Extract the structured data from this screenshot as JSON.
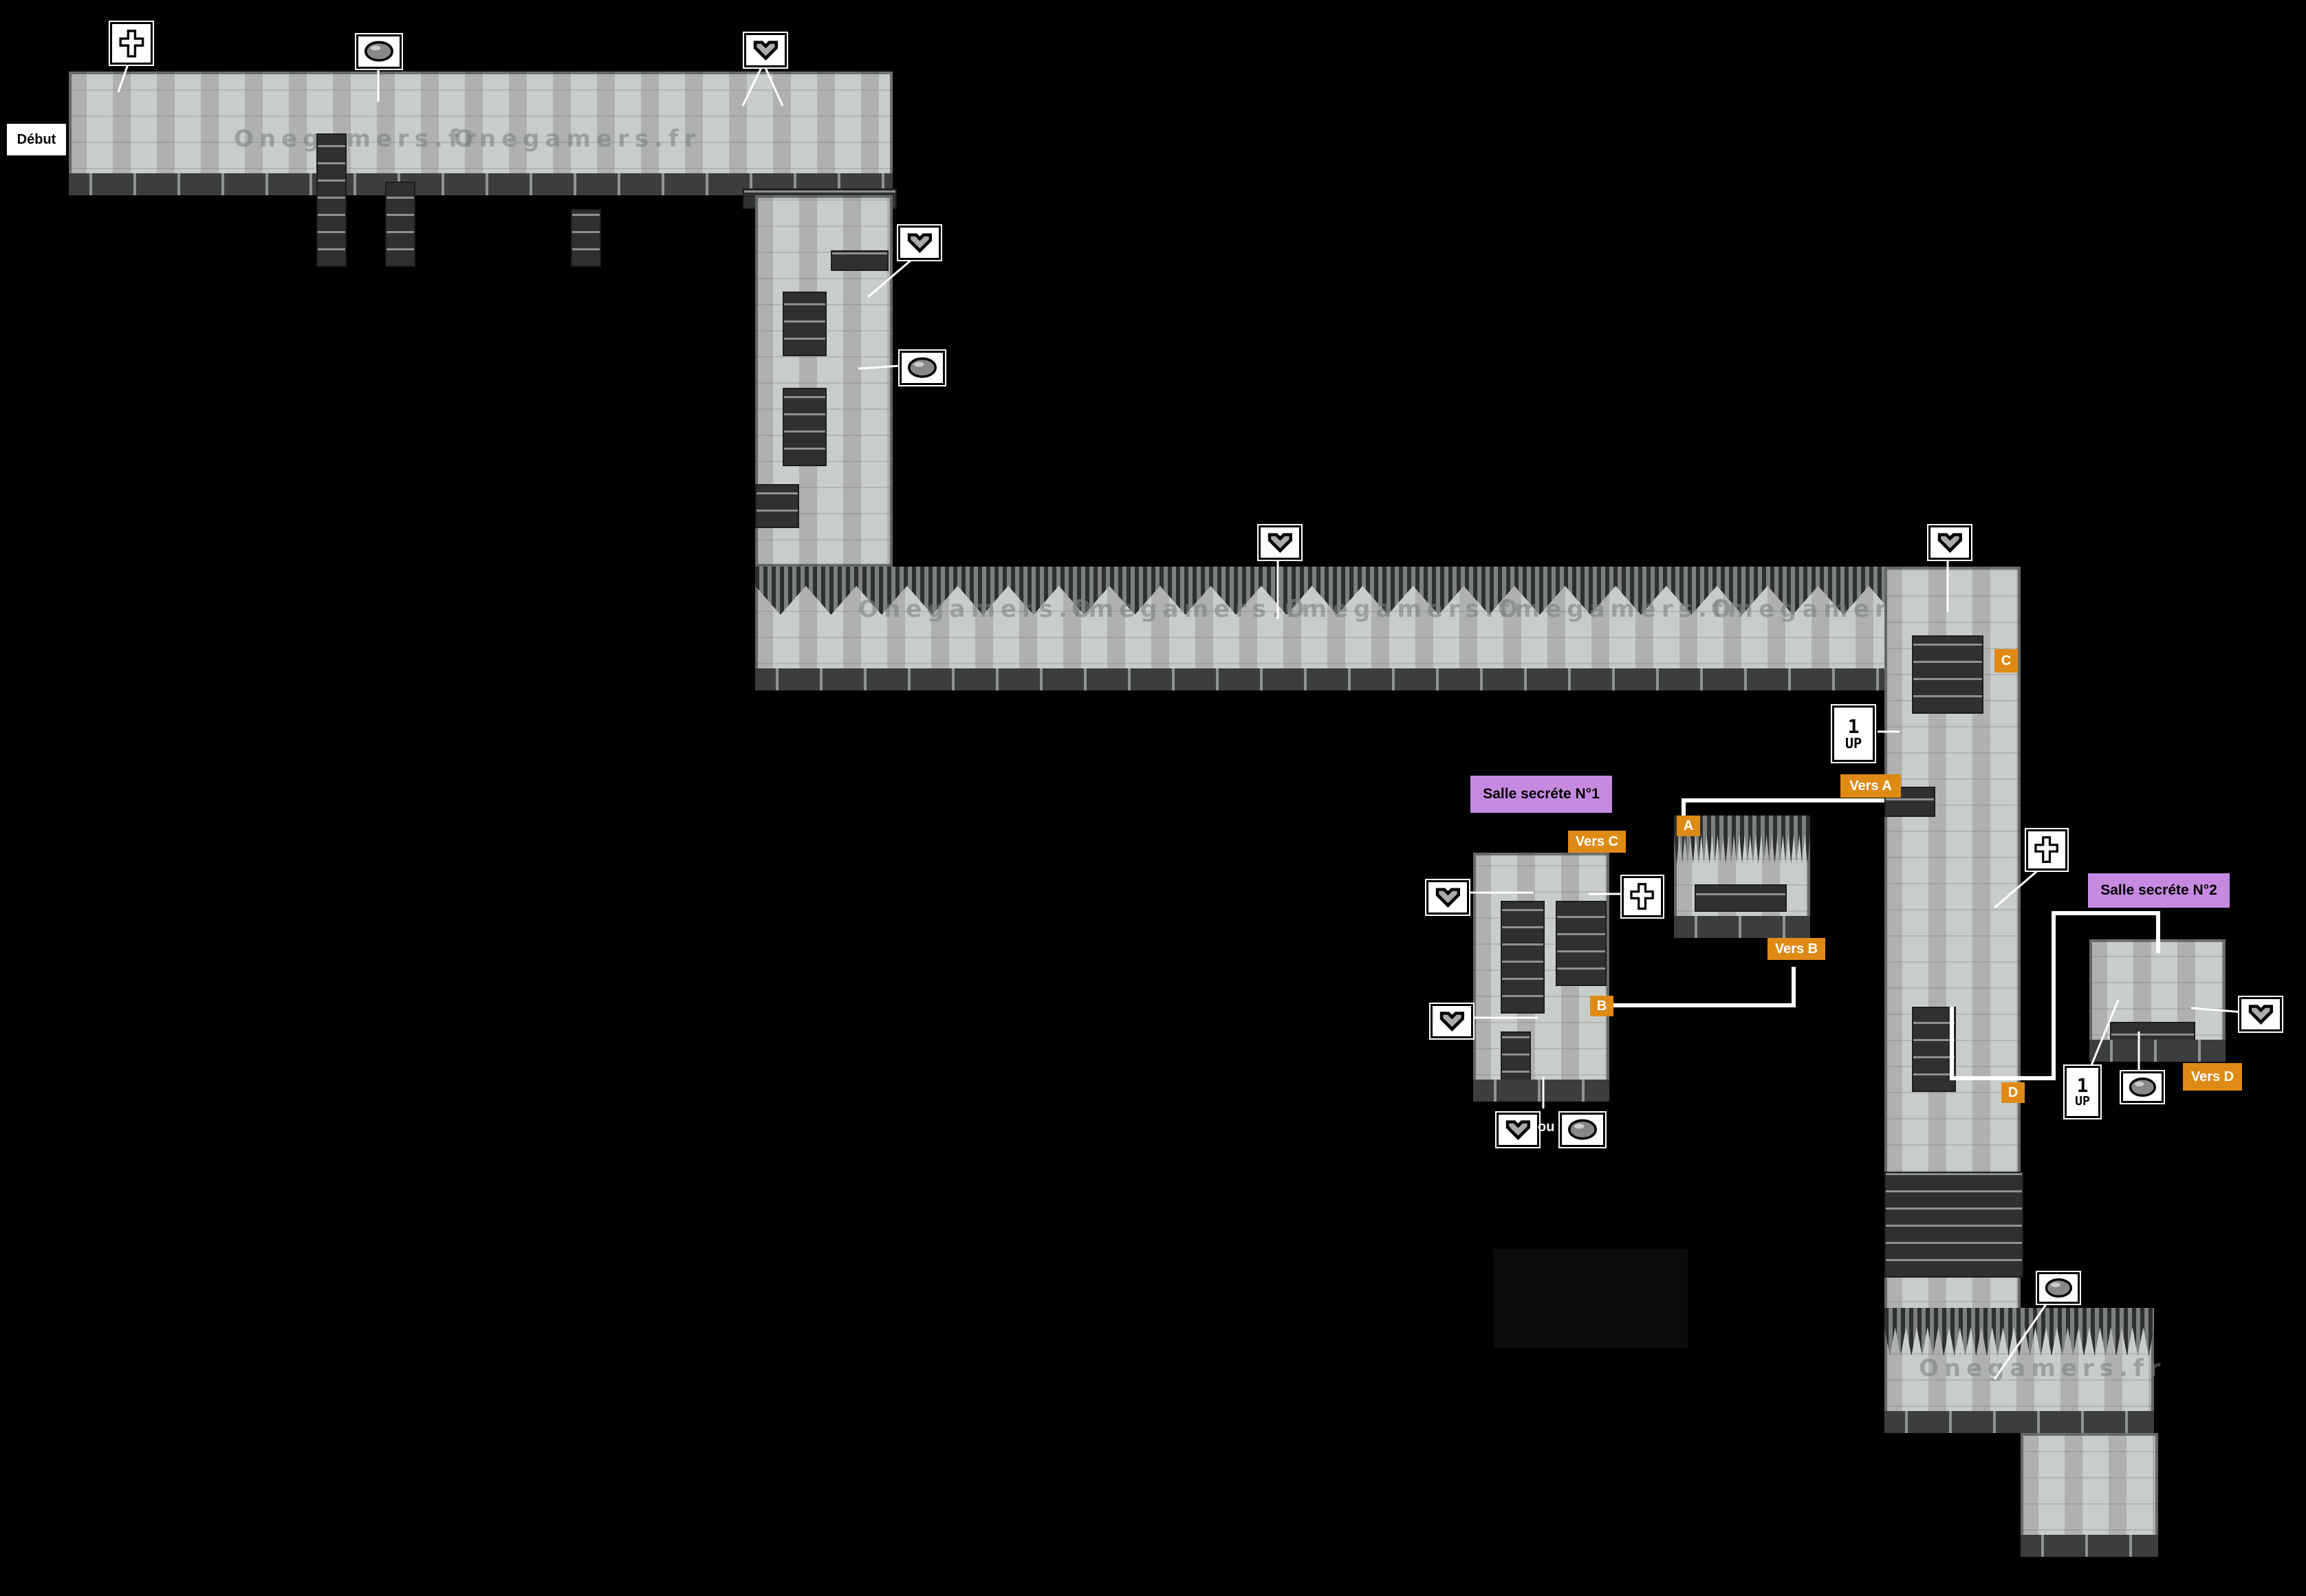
{
  "labels": {
    "start": "Début",
    "secret1": "Salle secréte N°1",
    "secret2": "Salle secréte N°2",
    "vers_a": "Vers A",
    "vers_b": "Vers B",
    "vers_c": "Vers C",
    "vers_d": "Vers D",
    "a": "A",
    "b": "B",
    "c": "C",
    "d": "D",
    "ou": "ou",
    "one": "1",
    "up": "UP"
  },
  "watermark": "Onegamers.fr",
  "icons": {
    "heart": "heart-icon",
    "crystal": "crystal-orb-icon",
    "cross": "cross-icon",
    "one_up": "one-up-icon"
  },
  "colors": {
    "background": "#000000",
    "room": "#c9cdca",
    "link_orange": "#e08a16",
    "secret_purple": "#c58ae0",
    "callout": "#ffffff"
  }
}
